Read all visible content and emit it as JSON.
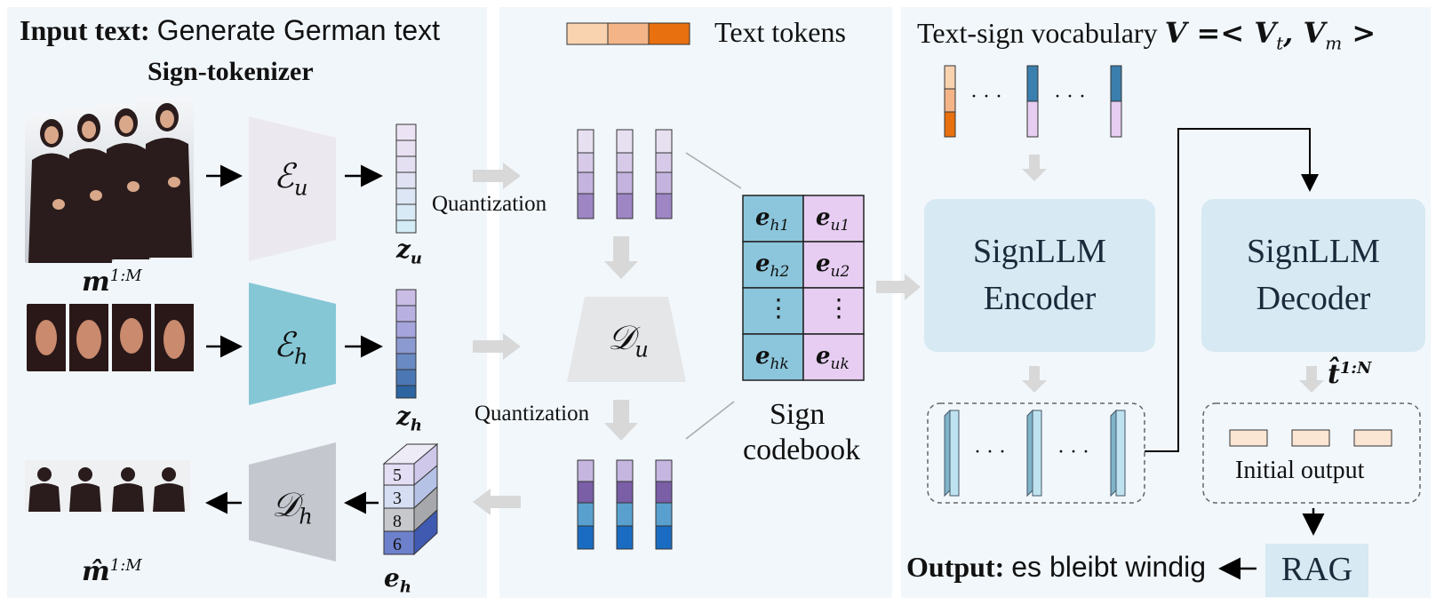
{
  "input": {
    "label": "Input text:",
    "value": "Generate German text"
  },
  "sign_tokenizer": {
    "title": "Sign-tokenizer"
  },
  "video_labels": {
    "m": "m",
    "m_sup": "1:M",
    "mhat": "m̂",
    "mhat_sup": "1:M"
  },
  "encoders": {
    "eu": {
      "sym": "ℰ",
      "sub": "u"
    },
    "eh": {
      "sym": "ℰ",
      "sub": "h"
    },
    "dh": {
      "sym": "𝒟",
      "sub": "h"
    },
    "du": {
      "sym": "𝒟",
      "sub": "u"
    }
  },
  "latents": {
    "zu": {
      "sym": "z",
      "sub": "u"
    },
    "zh": {
      "sym": "z",
      "sub": "h"
    },
    "eh": {
      "sym": "e",
      "sub": "h"
    }
  },
  "quantization": {
    "top": "Quantization",
    "bottom": "Quantization"
  },
  "legend": {
    "text_tokens": "Text tokens"
  },
  "codebook": {
    "title_line1": "Sign",
    "title_line2": "codebook",
    "cells": [
      {
        "left": "h1",
        "right": "u1"
      },
      {
        "left": "h2",
        "right": "u2"
      },
      {
        "left": "⋮",
        "right": "⋮"
      },
      {
        "left": "hk",
        "right": "uk"
      }
    ]
  },
  "code_indices": [
    "5",
    "3",
    "8",
    "6"
  ],
  "vocab": {
    "label": "Text-sign vocabulary",
    "formula": "V =< V",
    "t_sub": "t",
    "m_part": ", V",
    "m_sub": "m",
    "close": " >"
  },
  "dots": "· · ·",
  "encoder": {
    "line1": "SignLLM",
    "line2": "Encoder"
  },
  "decoder": {
    "line1": "SignLLM",
    "line2": "Decoder"
  },
  "that": {
    "sym": "t̂",
    "sup": "1:N"
  },
  "initial_output": "Initial output",
  "rag": "RAG",
  "output": {
    "label": "Output:",
    "value": "es bleibt windig"
  },
  "colors": {
    "token_light": "#f9d2b0",
    "token_mid": "#f3b588",
    "token_dark": "#e8700f",
    "purple_light": "#dcd2ec",
    "purple_mid": "#b7a6d4",
    "purple_dark": "#8066a8",
    "blue_light": "#8cc6dc",
    "blue_dark": "#1464b4",
    "teal": "#86c7d6",
    "encoder_box": "#d7e9f2"
  }
}
